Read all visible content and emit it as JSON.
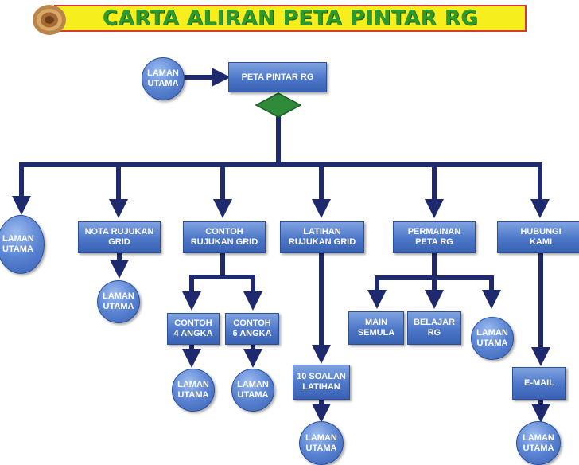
{
  "title": "CARTA ALIRAN PETA PINTAR RG",
  "colors": {
    "banner_bg": "#f7ee1e",
    "banner_border": "#d53a2a",
    "title_text": "#2d9a2d",
    "connector": "#1f2a6e",
    "box_fill": "#4c76c8",
    "diamond": "#2f8a3a"
  },
  "icons": {
    "logo": "wood-log-icon",
    "decision": "diamond-icon"
  },
  "nodes": {
    "laman_utama_top": "LAMAN\nUTAMA",
    "peta_pintar_rg": "PETA PINTAR RG",
    "laman_utama_left": "LAMAN\nUTAMA",
    "nota_rujukan_grid": "NOTA RUJUKAN\nGRID",
    "contoh_rujukan_grid": "CONTOH\nRUJUKAN GRID",
    "latihan_rujukan_grid": "LATIHAN\nRUJUKAN GRID",
    "permainan_peta_rg": "PERMAINAN\nPETA RG",
    "hubungi_kami": "HUBUNGI\nKAMI",
    "laman_utama_nota": "LAMAN\nUTAMA",
    "contoh_4_angka": "CONTOH\n4 ANGKA",
    "contoh_6_angka": "CONTOH\n6 ANGKA",
    "laman_utama_4": "LAMAN\nUTAMA",
    "laman_utama_6": "LAMAN\nUTAMA",
    "soalan_latihan": "10 SOALAN\nLATIHAN",
    "laman_utama_latihan": "LAMAN\nUTAMA",
    "main_semula": "MAIN\nSEMULA",
    "belajar_rg": "BELAJAR\nRG",
    "laman_utama_permainan": "LAMAN\nUTAMA",
    "email": "E-MAIL",
    "laman_utama_email": "LAMAN\nUTAMA"
  }
}
